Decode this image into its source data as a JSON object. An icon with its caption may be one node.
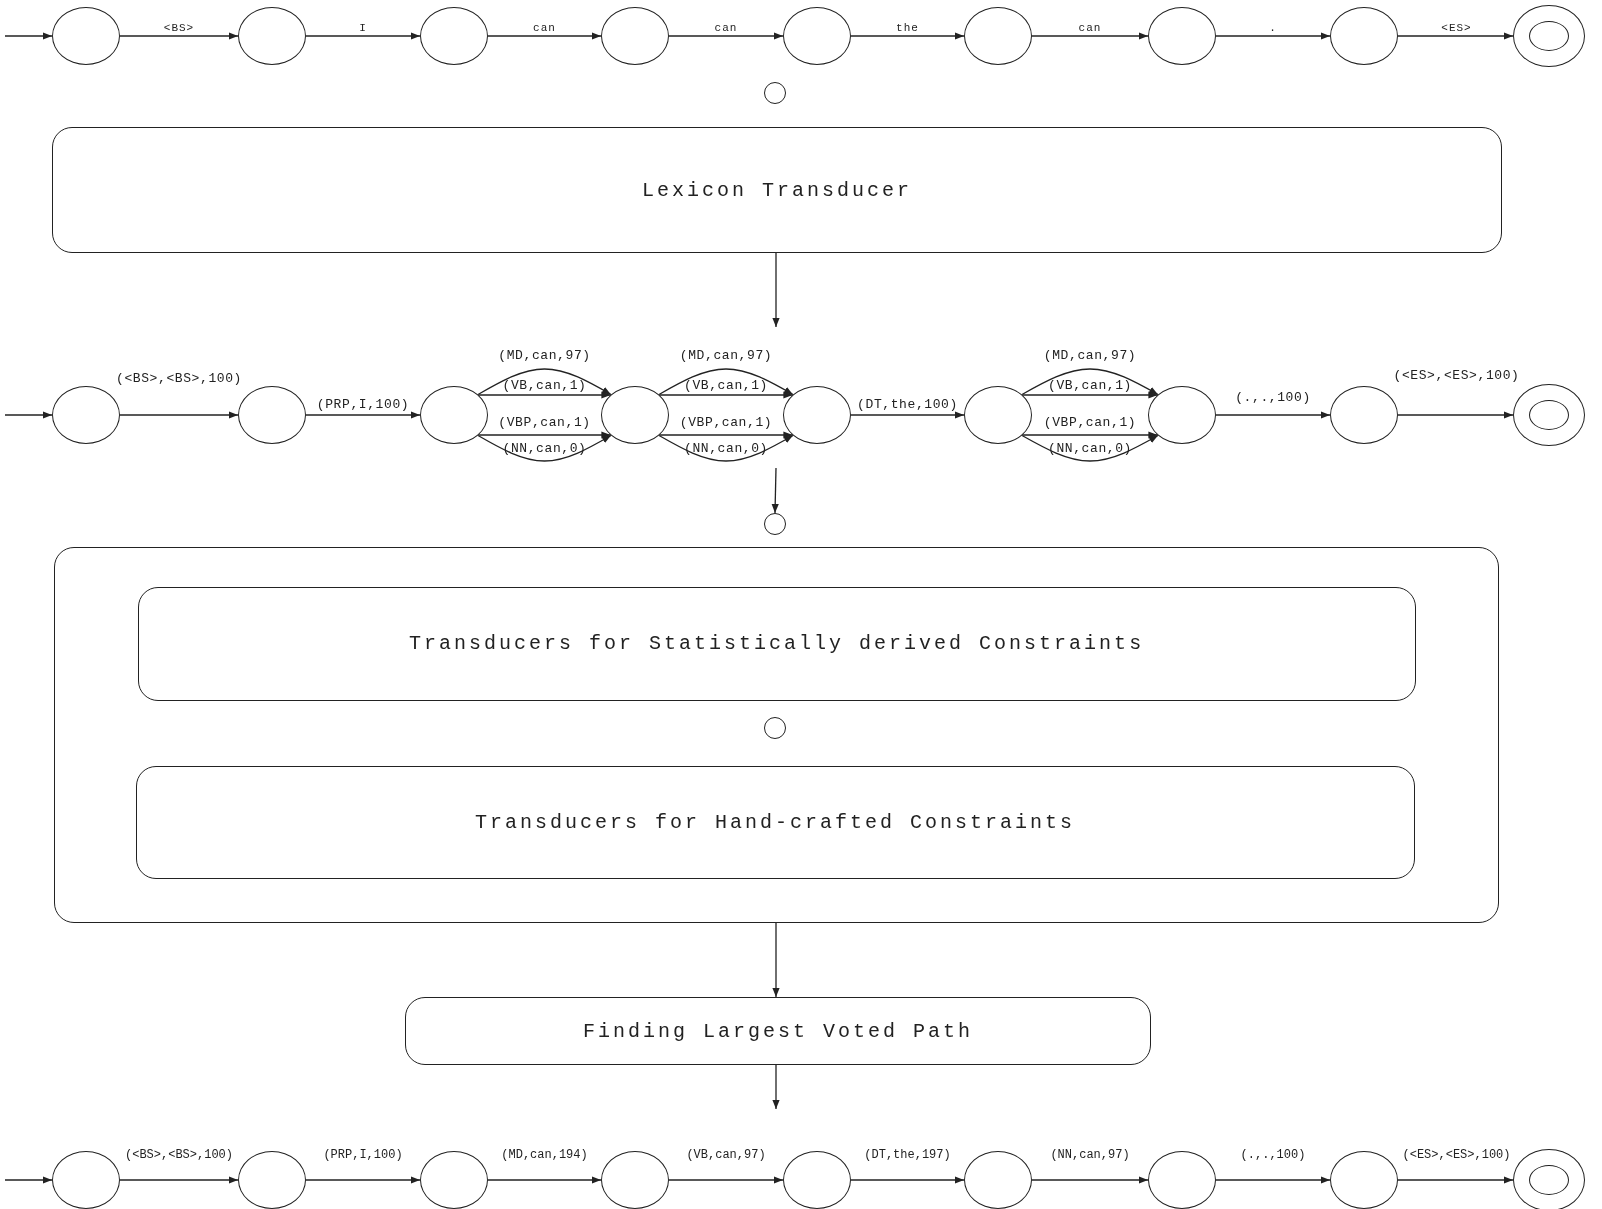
{
  "diagram": {
    "nodes": [
      {
        "text": [],
        "shape": "circle"
      },
      {
        "text": [],
        "shape": "circle"
      },
      {
        "text": [],
        "shape": "circle"
      },
      {
        "text": [],
        "shape": "circle"
      },
      {
        "text": [],
        "shape": "circle"
      },
      {
        "text": [],
        "shape": "circle"
      },
      {
        "text": [],
        "shape": "circle"
      },
      {
        "text": [],
        "shape": "circle"
      },
      {
        "text": [],
        "shape": "circle"
      },
      {
        "text": [],
        "shape": "circle"
      },
      {
        "text": [
          "Lexicon Transducer"
        ]
      },
      {
        "text": [],
        "shape": "circle"
      },
      {
        "text": [],
        "shape": "circle"
      },
      {
        "text": [],
        "shape": "circle"
      },
      {
        "text": [],
        "shape": "circle"
      },
      {
        "text": [],
        "shape": "circle"
      },
      {
        "text": [],
        "shape": "circle"
      },
      {
        "text": [],
        "shape": "circle"
      },
      {
        "text": [],
        "shape": "circle"
      },
      {
        "text": [],
        "shape": "circle"
      },
      {
        "text": [],
        "shape": "circle"
      },
      {
        "text": [],
        "shape": "box"
      },
      {
        "text": [
          "Transducers for Statistically derived Constraints"
        ],
        "in": 21
      },
      {
        "text": [],
        "shape": "circle",
        "in": 21
      },
      {
        "text": [
          "Transducers for Hand-crafted Constraints"
        ],
        "in": 21
      },
      {
        "text": [
          "Finding Largest Voted Path"
        ]
      },
      {
        "text": [],
        "shape": "circle"
      },
      {
        "text": [],
        "shape": "circle"
      },
      {
        "text": [],
        "shape": "circle"
      },
      {
        "text": [],
        "shape": "circle"
      },
      {
        "text": [],
        "shape": "circle"
      },
      {
        "text": [],
        "shape": "circle"
      },
      {
        "text": [],
        "shape": "circle"
      },
      {
        "text": [],
        "shape": "circle"
      },
      {
        "text": [],
        "shape": "circle"
      }
    ],
    "edges": [
      {
        "from": null,
        "to": 0,
        "arrow": "to"
      },
      {
        "from": 0,
        "to": 1,
        "arrow": "to",
        "label": "<BS>"
      },
      {
        "from": 1,
        "to": 2,
        "arrow": "to",
        "label": "I"
      },
      {
        "from": 2,
        "to": 3,
        "arrow": "to",
        "label": "can"
      },
      {
        "from": 3,
        "to": 4,
        "arrow": "to",
        "label": "can"
      },
      {
        "from": 4,
        "to": 5,
        "arrow": "to",
        "label": "the"
      },
      {
        "from": 5,
        "to": 6,
        "arrow": "to",
        "label": "can"
      },
      {
        "from": 6,
        "to": 7,
        "arrow": "to",
        "label": "."
      },
      {
        "from": 7,
        "to": 8,
        "arrow": "to",
        "label": "<ES>"
      },
      {
        "from": 10,
        "to": null,
        "arrow": "to"
      },
      {
        "from": null,
        "to": 11,
        "arrow": "to"
      },
      {
        "from": 11,
        "to": 12,
        "arrow": "to",
        "label": "(<BS>,<BS>,100)"
      },
      {
        "from": 12,
        "to": 13,
        "arrow": "to",
        "label": "(PRP,I,100)"
      },
      {
        "from": 13,
        "to": 14,
        "arrow": "to",
        "label": "(MD,can,97)"
      },
      {
        "from": 13,
        "to": 14,
        "arrow": "to",
        "label": "(VB,can,1)"
      },
      {
        "from": 13,
        "to": 14,
        "arrow": "to",
        "label": "(VBP,can,1)"
      },
      {
        "from": 13,
        "to": 14,
        "arrow": "to",
        "label": "(NN,can,0)"
      },
      {
        "from": 14,
        "to": 15,
        "arrow": "to",
        "label": "(MD,can,97)"
      },
      {
        "from": 14,
        "to": 15,
        "arrow": "to",
        "label": "(VB,can,1)"
      },
      {
        "from": 14,
        "to": 15,
        "arrow": "to",
        "label": "(VBP,can,1)"
      },
      {
        "from": 14,
        "to": 15,
        "arrow": "to",
        "label": "(NN,can,0)"
      },
      {
        "from": 15,
        "to": 16,
        "arrow": "to",
        "label": "(DT,the,100)"
      },
      {
        "from": 16,
        "to": 17,
        "arrow": "to",
        "label": "(MD,can,97)"
      },
      {
        "from": 16,
        "to": 17,
        "arrow": "to",
        "label": "(VB,can,1)"
      },
      {
        "from": 16,
        "to": 17,
        "arrow": "to",
        "label": "(VBP,can,1)"
      },
      {
        "from": 16,
        "to": 17,
        "arrow": "to",
        "label": "(NN,can,0)"
      },
      {
        "from": 17,
        "to": 18,
        "arrow": "to",
        "label": "(.,.,100)"
      },
      {
        "from": 18,
        "to": 19,
        "arrow": "to",
        "label": "(<ES>,<ES>,100)"
      },
      {
        "from": null,
        "to": 20,
        "arrow": "to"
      },
      {
        "from": 21,
        "to": 25,
        "arrow": "to"
      },
      {
        "from": 25,
        "to": null,
        "arrow": "to"
      },
      {
        "from": null,
        "to": 26,
        "arrow": "to"
      },
      {
        "from": 26,
        "to": 27,
        "arrow": "to",
        "label": "(<BS>,<BS>,100)"
      },
      {
        "from": 27,
        "to": 28,
        "arrow": "to",
        "label": "(PRP,I,100)"
      },
      {
        "from": 28,
        "to": 29,
        "arrow": "to",
        "label": "(MD,can,194)"
      },
      {
        "from": 29,
        "to": 30,
        "arrow": "to",
        "label": "(VB,can,97)"
      },
      {
        "from": 30,
        "to": 31,
        "arrow": "to",
        "label": "(DT,the,197)"
      },
      {
        "from": 31,
        "to": 32,
        "arrow": "to",
        "label": "(NN,can,97)"
      },
      {
        "from": 32,
        "to": 33,
        "arrow": "to",
        "label": "(.,.,100)"
      },
      {
        "from": 33,
        "to": 34,
        "arrow": "to",
        "label": "(<ES>,<ES>,100)"
      }
    ]
  }
}
